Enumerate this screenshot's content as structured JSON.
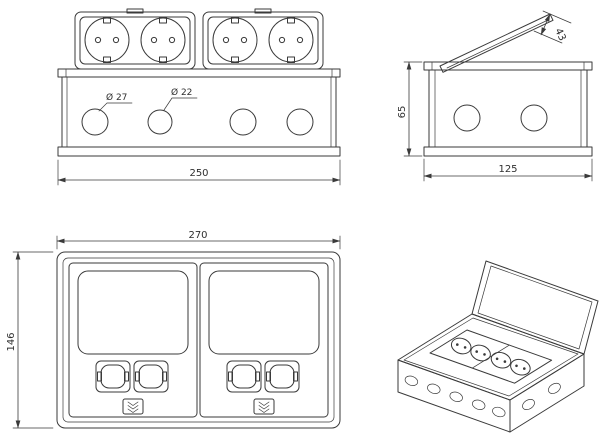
{
  "colors": {
    "background": "#ffffff",
    "line": "#3a3a3a",
    "text": "#2f2f2f"
  },
  "front_view": {
    "dim_width": "250",
    "hole_label_1": "Ø 27",
    "hole_label_2": "Ø 22"
  },
  "side_view": {
    "dim_depth": "65",
    "dim_width": "125",
    "dim_lid": "43"
  },
  "plan_view": {
    "dim_width": "270",
    "dim_height": "146"
  }
}
